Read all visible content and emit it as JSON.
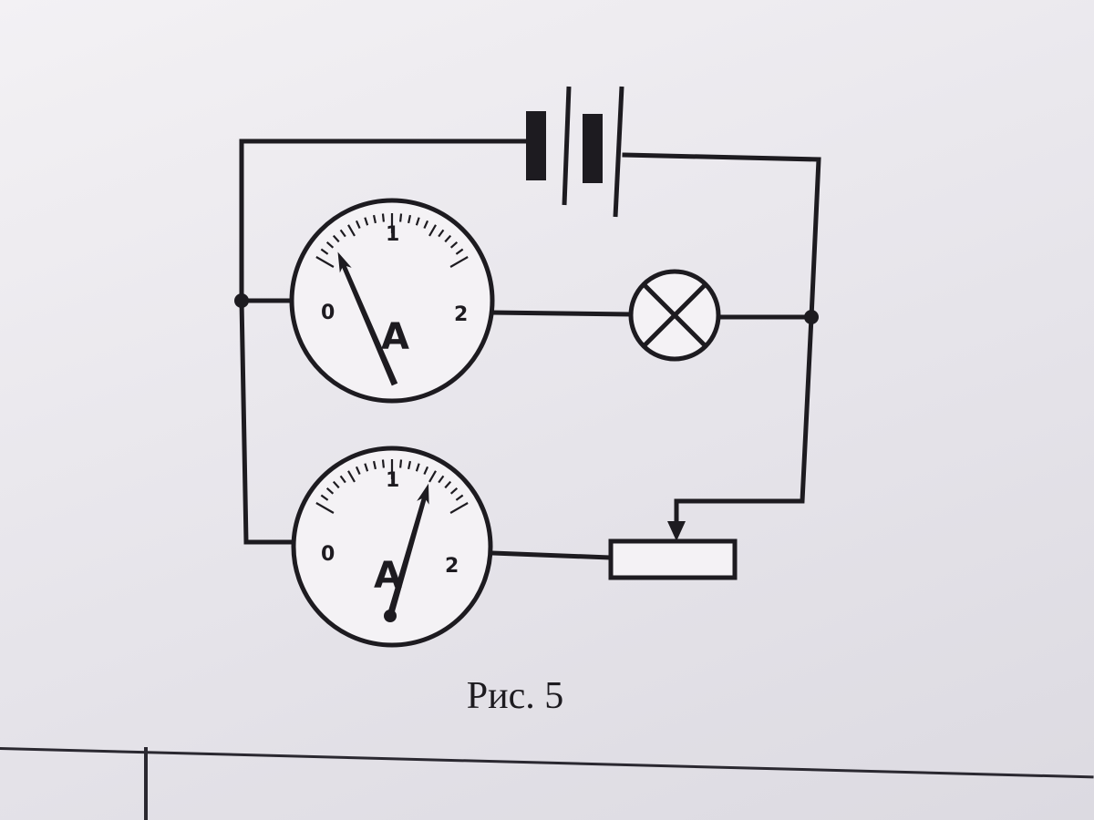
{
  "caption": "Рис. 5",
  "ammeter_top": {
    "letter": "A",
    "scale_min": "0",
    "scale_mid": "1",
    "scale_max": "2",
    "reading": 0.2
  },
  "ammeter_bottom": {
    "letter": "A",
    "scale_min": "0",
    "scale_mid": "1",
    "scale_max": "2",
    "reading": 1.5
  },
  "colors": {
    "ink": "#1d1b20",
    "paper": "#f3f1f4"
  }
}
